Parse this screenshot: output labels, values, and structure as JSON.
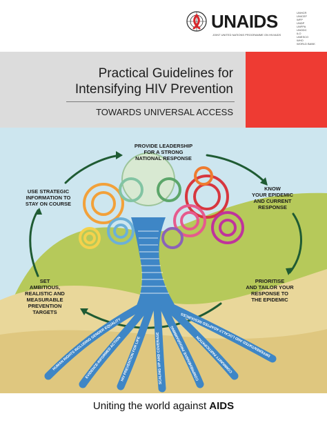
{
  "header": {
    "logo_text": "UNAIDS",
    "logo_tagline": "JOINT UNITED NATIONS PROGRAMME ON HIV/AIDS",
    "sponsors": [
      "UNHCR",
      "UNICEF",
      "WFP",
      "UNDP",
      "UNFPA",
      "UNODC",
      "ILO",
      "UNESCO",
      "WHO",
      "WORLD BANK"
    ]
  },
  "cover": {
    "title_line1": "Practical Guidelines for",
    "title_line2": "Intensifying HIV Prevention",
    "subtitle": "TOWARDS UNIVERSAL ACCESS"
  },
  "cycle": {
    "top": [
      "PROVIDE LEADERSHIP",
      "FOR A STRONG",
      "NATIONAL RESPONSE"
    ],
    "right_upper": [
      "KNOW",
      "YOUR EPIDEMIC",
      "AND CURRENT",
      "RESPONSE"
    ],
    "right_lower": [
      "PRIORITISE",
      "AND TAILOR YOUR",
      "RESPONSE TO",
      "THE EPIDEMIC"
    ],
    "left_upper": [
      "USE STRATEGIC",
      "INFORMATION TO",
      "STAY ON COURSE"
    ],
    "left_lower": [
      "SET",
      "AMBITIOUS,",
      "REALISTIC AND",
      "MEASURABLE",
      "PREVENTION",
      "TARGETS"
    ]
  },
  "roots": [
    "HUMAN RIGHTS INCLUDING GENDER EQUALITY",
    "EVIDENCE-INFORMED ACTION",
    "HIV PREVENTION FOR LIFE",
    "SCALING UP AND COVERAGE",
    "COMPREHENSIVE PROGRAMMING",
    "COMMUNITY PARTICIPATION",
    "DIFFERENTIATED AND LOCALLY-ADAPTED RESOURCES"
  ],
  "footer": {
    "tagline_normal": "Uniting the world against ",
    "tagline_bold": "AIDS"
  },
  "colors": {
    "red": "#ee3b33",
    "grey_band": "#dcdcdc",
    "sky": "#cde6ef",
    "hill": "#b6c95a",
    "ground": "#e9d79a",
    "trunk": "#3e86c6",
    "arrow": "#1f5b33"
  }
}
